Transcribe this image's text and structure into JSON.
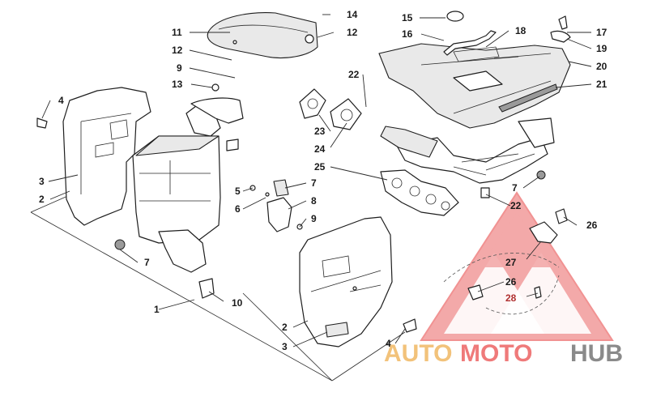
{
  "callouts": {
    "c1": "1",
    "c2a": "2",
    "c2b": "2",
    "c3a": "3",
    "c3b": "3",
    "c4a": "4",
    "c4b": "4",
    "c5": "5",
    "c6": "6",
    "c7a": "7",
    "c7b": "7",
    "c7c": "7",
    "c8": "8",
    "c9a": "9",
    "c9b": "9",
    "c10": "10",
    "c11": "11",
    "c12a": "12",
    "c12b": "12",
    "c13": "13",
    "c14": "14",
    "c15": "15",
    "c16": "16",
    "c17": "17",
    "c18": "18",
    "c19": "19",
    "c20": "20",
    "c21": "21",
    "c22a": "22",
    "c22b": "22",
    "c23": "23",
    "c24": "24",
    "c25": "25",
    "c26a": "26",
    "c26b": "26",
    "c27": "27",
    "c28": "28"
  },
  "watermark": {
    "part1": "AUTO",
    "part2": "MOTO",
    "part3": "HUB",
    "color_auto": "#f2c27a",
    "color_moto": "#ef7a7a",
    "color_hub": "#8a8a8a",
    "triangle_color": "#f08a8a"
  }
}
